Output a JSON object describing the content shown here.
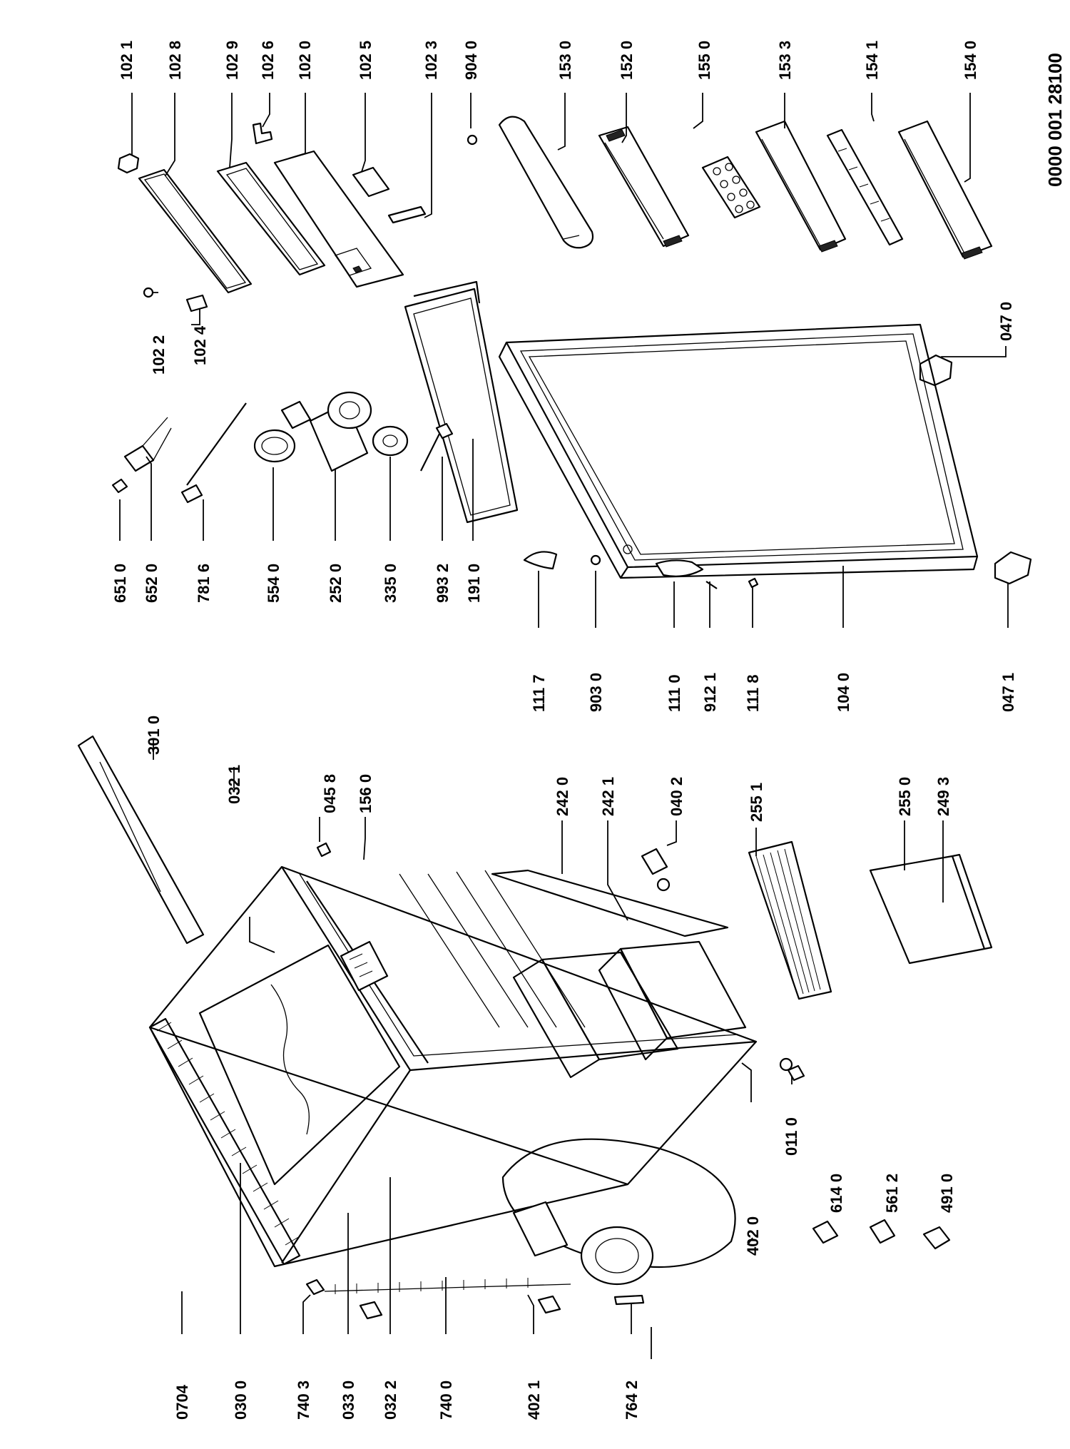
{
  "document_code": "0000 001 28100",
  "labels": [
    {
      "id": "p1021",
      "text": "102 1"
    },
    {
      "id": "p1028",
      "text": "102 8"
    },
    {
      "id": "p1029",
      "text": "102 9"
    },
    {
      "id": "p1026",
      "text": "102 6"
    },
    {
      "id": "p1020",
      "text": "102 0"
    },
    {
      "id": "p1025",
      "text": "102 5"
    },
    {
      "id": "p1023",
      "text": "102 3"
    },
    {
      "id": "p9040",
      "text": "904 0"
    },
    {
      "id": "p1530",
      "text": "153 0"
    },
    {
      "id": "p1520",
      "text": "152 0"
    },
    {
      "id": "p1550",
      "text": "155 0"
    },
    {
      "id": "p1533",
      "text": "153 3"
    },
    {
      "id": "p1541",
      "text": "154 1"
    },
    {
      "id": "p1540",
      "text": "154 0"
    },
    {
      "id": "p1022",
      "text": "102 2"
    },
    {
      "id": "p1024",
      "text": "102 4"
    },
    {
      "id": "p0470",
      "text": "047 0"
    },
    {
      "id": "p6510",
      "text": "651 0"
    },
    {
      "id": "p6520",
      "text": "652 0"
    },
    {
      "id": "p7816",
      "text": "781 6"
    },
    {
      "id": "p5540",
      "text": "554 0"
    },
    {
      "id": "p2520",
      "text": "252 0"
    },
    {
      "id": "p3350",
      "text": "335 0"
    },
    {
      "id": "p9932",
      "text": "993 2"
    },
    {
      "id": "p1910",
      "text": "191 0"
    },
    {
      "id": "p1117",
      "text": "111 7"
    },
    {
      "id": "p9030",
      "text": "903 0"
    },
    {
      "id": "p1110",
      "text": "111 0"
    },
    {
      "id": "p9121",
      "text": "912 1"
    },
    {
      "id": "p1118",
      "text": "111 8"
    },
    {
      "id": "p1040",
      "text": "104 0"
    },
    {
      "id": "p0471",
      "text": "047 1"
    },
    {
      "id": "p3010",
      "text": "301 0"
    },
    {
      "id": "p0321",
      "text": "032 1"
    },
    {
      "id": "p0458",
      "text": "045 8"
    },
    {
      "id": "p1560",
      "text": "156 0"
    },
    {
      "id": "p2420",
      "text": "242 0"
    },
    {
      "id": "p2421",
      "text": "242 1"
    },
    {
      "id": "p0402",
      "text": "040 2"
    },
    {
      "id": "p2551",
      "text": "255 1"
    },
    {
      "id": "p2550",
      "text": "255 0"
    },
    {
      "id": "p2493",
      "text": "249 3"
    },
    {
      "id": "p0704",
      "text": "0704"
    },
    {
      "id": "p0300",
      "text": "030 0"
    },
    {
      "id": "p7403",
      "text": "740 3"
    },
    {
      "id": "p0330",
      "text": "033 0"
    },
    {
      "id": "p0322",
      "text": "032 2"
    },
    {
      "id": "p7400",
      "text": "740 0"
    },
    {
      "id": "p4021",
      "text": "402 1"
    },
    {
      "id": "p7642",
      "text": "764 2"
    },
    {
      "id": "p4020",
      "text": "402 0"
    },
    {
      "id": "p0110",
      "text": "011 0"
    },
    {
      "id": "p6140",
      "text": "614 0"
    },
    {
      "id": "p5612",
      "text": "561 2"
    },
    {
      "id": "p4910",
      "text": "491 0"
    }
  ]
}
